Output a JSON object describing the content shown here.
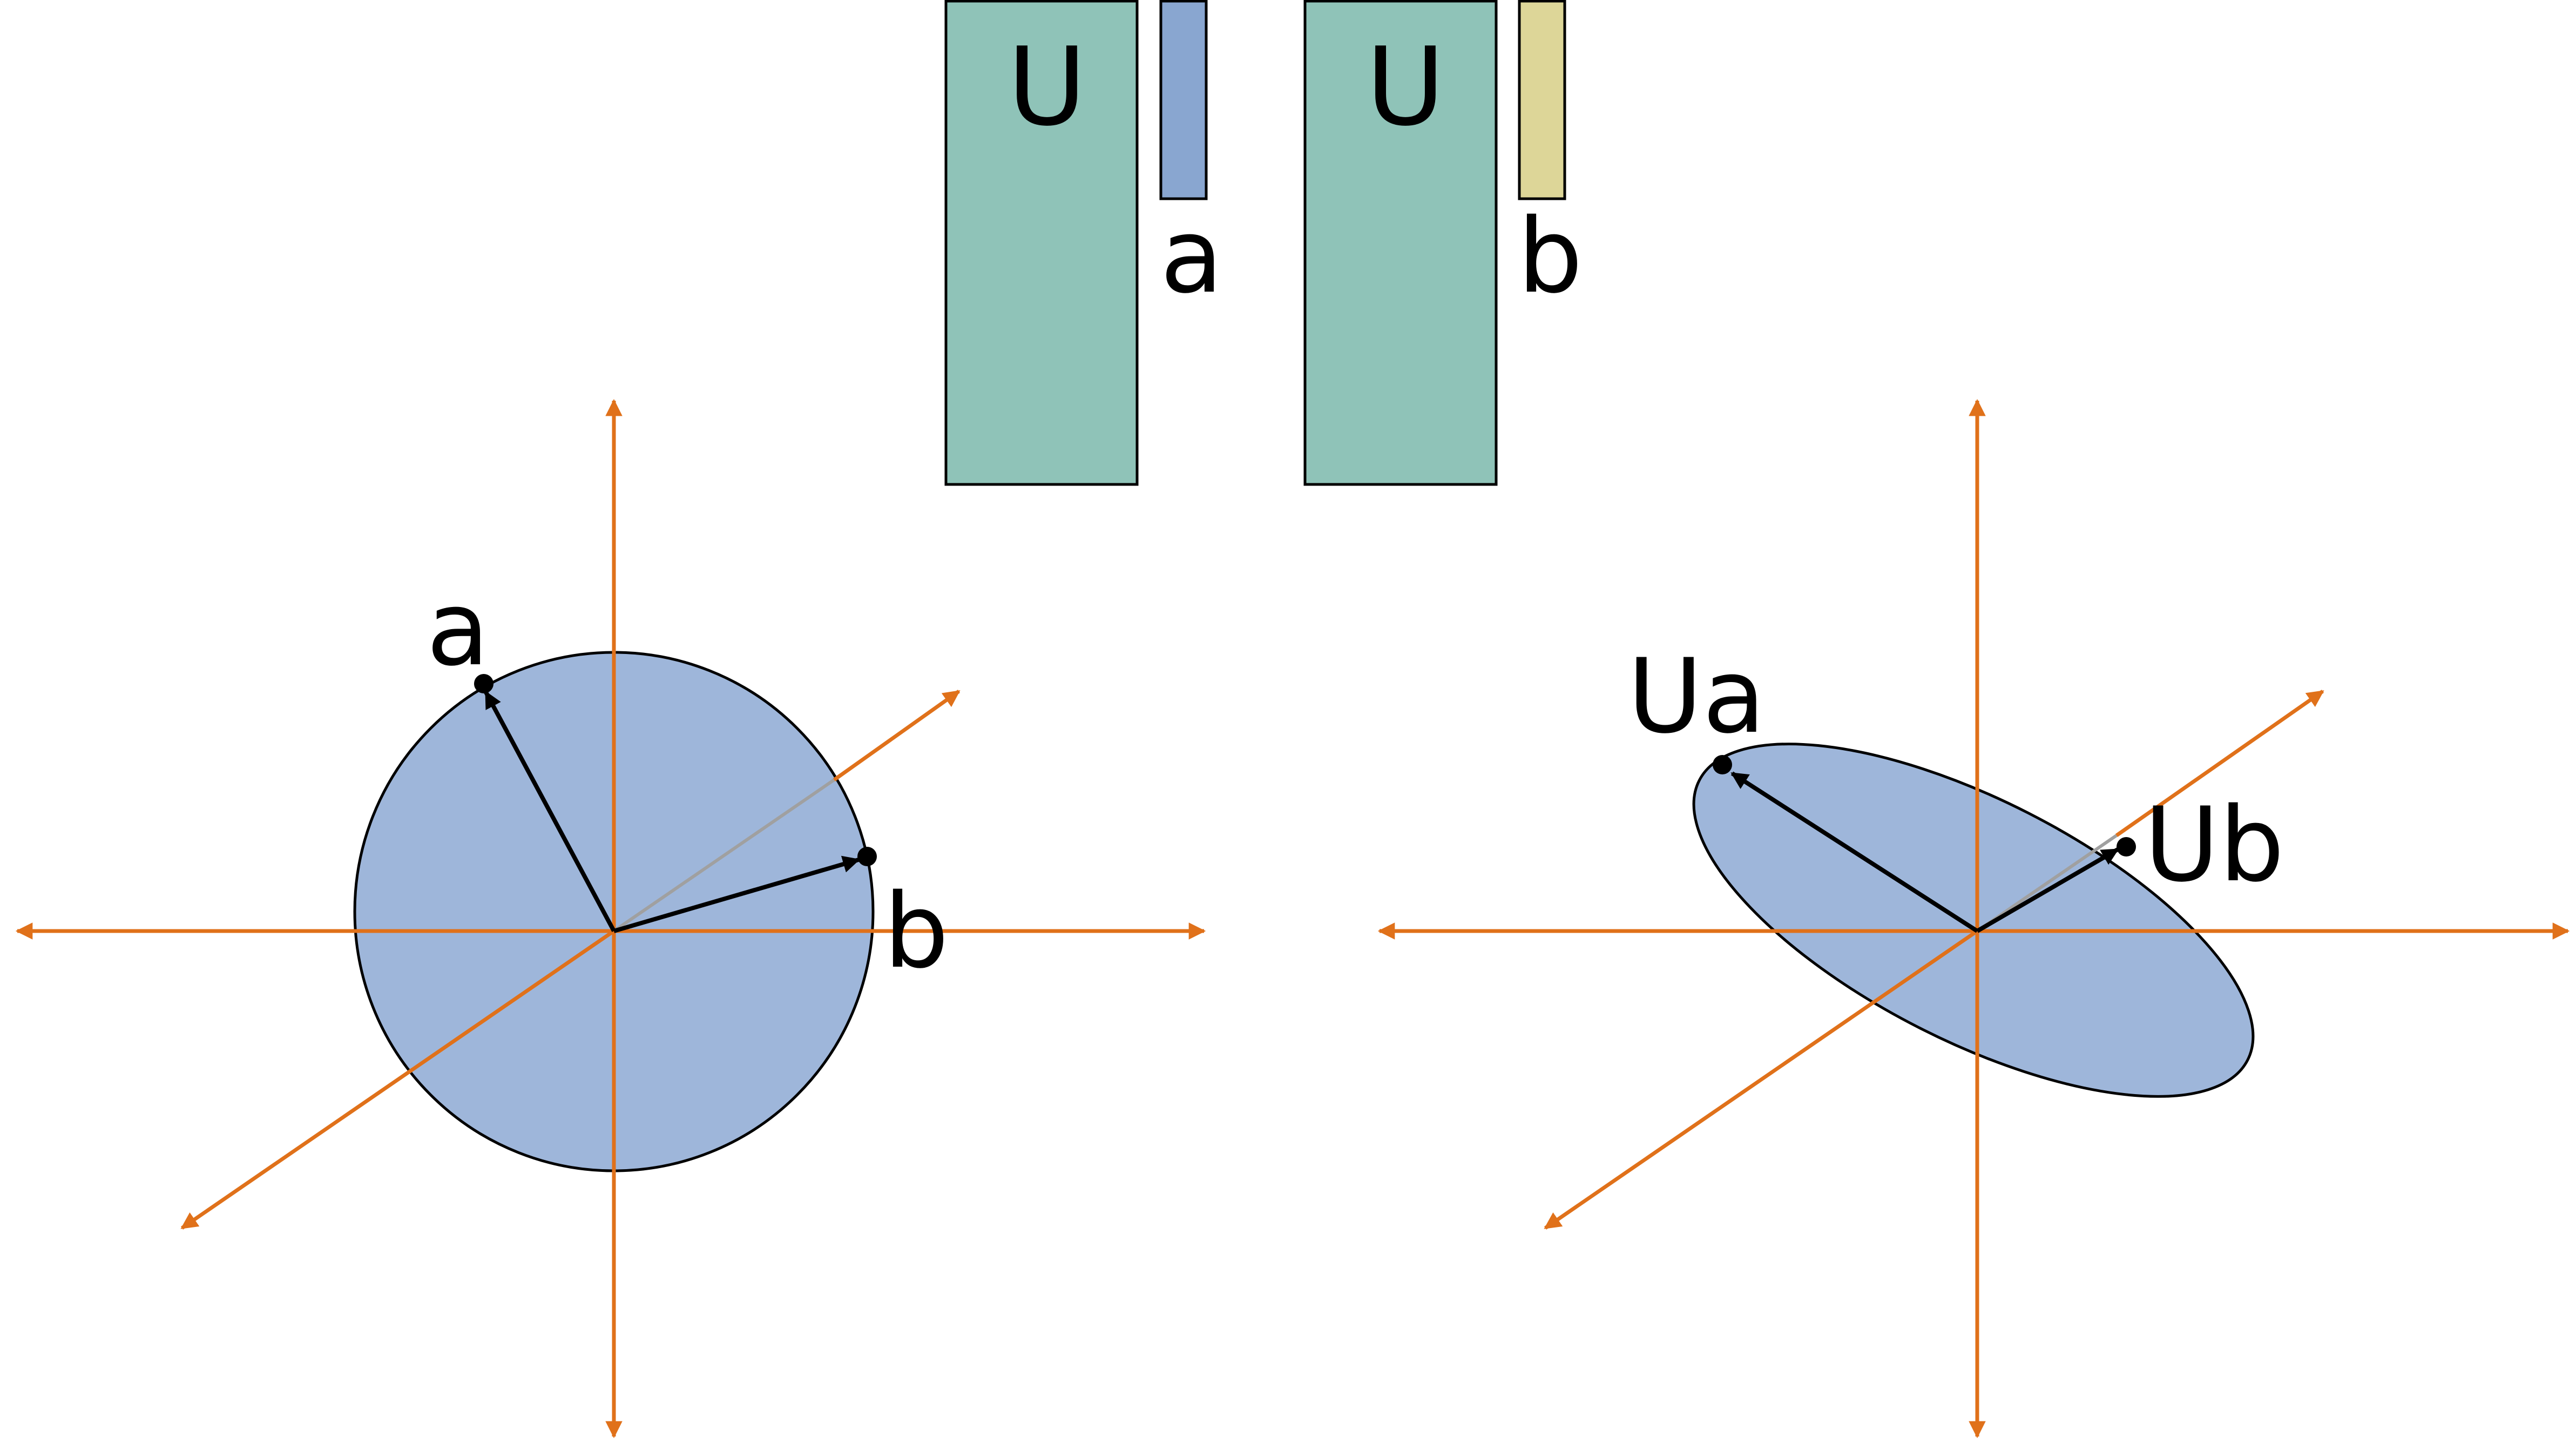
{
  "colors": {
    "matrix": "#8fc3b8",
    "vector_a": "#89a6d0",
    "vector_b": "#ddd698",
    "shape_fill": "#9eb6da",
    "axis": "#e0711a",
    "stroke": "#000000",
    "faded_segment": "#a0a0a0"
  },
  "top_panel": {
    "product_left": {
      "matrix_label": "U",
      "vector_label": "a"
    },
    "product_right": {
      "matrix_label": "U",
      "vector_label": "b"
    }
  },
  "left_plot": {
    "shape": "circle",
    "point_a_label": "a",
    "point_b_label": "b"
  },
  "right_plot": {
    "shape": "ellipse",
    "point_ua_label": "Ua",
    "point_ub_label": "Ub"
  }
}
